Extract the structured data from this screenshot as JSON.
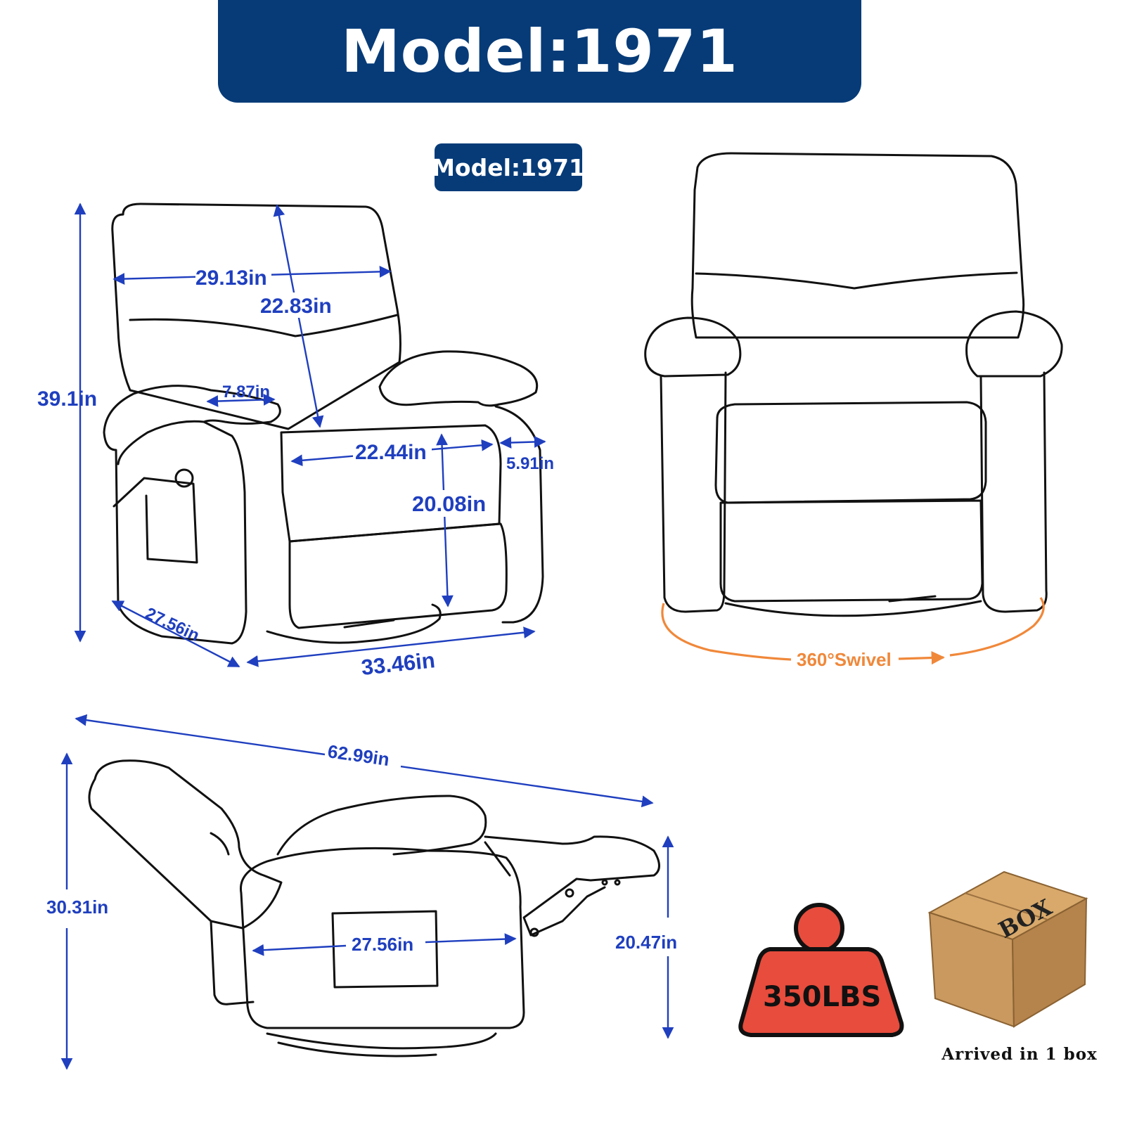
{
  "header": {
    "title": "Model:1971"
  },
  "badge": {
    "label": "Model:1971"
  },
  "front_view": {
    "height": "39.1in",
    "back_width": "29.13in",
    "back_height": "22.83in",
    "armrest_width": "7.87in",
    "seat_width": "22.44in",
    "arm_gap": "5.91in",
    "seat_height": "20.08in",
    "depth": "27.56in",
    "width": "33.46in"
  },
  "swivel_view": {
    "label": "360°Swivel"
  },
  "reclined_view": {
    "length": "62.99in",
    "height": "30.31in",
    "side_depth": "27.56in",
    "footrest_height": "20.47in"
  },
  "weight": {
    "label": "350LBS"
  },
  "box": {
    "label": "BOX",
    "caption": "Arrived in 1 box"
  },
  "colors": {
    "navy": "#063b78",
    "dimension_blue": "#1f3fbf",
    "swivel_orange": "#f0883a",
    "weight_red": "#e74c3c",
    "box_tan": "#c9995f"
  }
}
